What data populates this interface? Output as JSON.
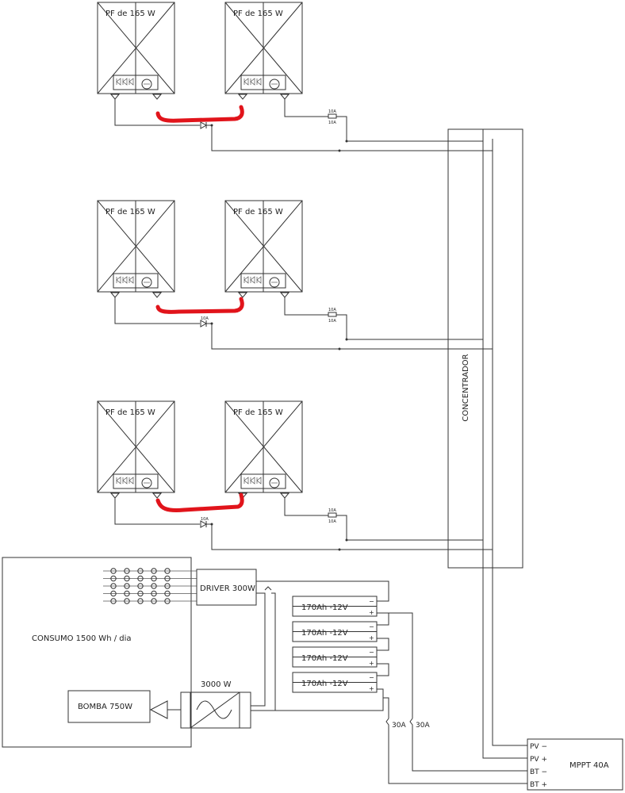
{
  "panels": {
    "label": "PF de 165 W",
    "fuse_label": "10A",
    "diode_label": "10A",
    "rows": [
      {
        "fuse_labels": [
          "10A",
          "10A"
        ]
      },
      {
        "fuse_labels": [
          "10A",
          "10A"
        ]
      },
      {
        "fuse_labels": [
          "10A",
          "10A"
        ]
      }
    ]
  },
  "concentrador": {
    "label": "CONCENTRADOR"
  },
  "consumo": {
    "label": "CONSUMO 1500 Wh / dia"
  },
  "driver": {
    "label": "DRIVER 300W"
  },
  "inverter": {
    "label": "3000 W"
  },
  "bomba": {
    "label": "BOMBA 750W"
  },
  "batteries": {
    "items": [
      {
        "label": "170Ah -12V"
      },
      {
        "label": "170Ah -12V"
      },
      {
        "label": "170Ah -12V"
      },
      {
        "label": "170Ah -12V"
      }
    ],
    "minus": "−",
    "plus": "+"
  },
  "breakers": [
    {
      "label": "30A"
    },
    {
      "label": "30A"
    }
  ],
  "mppt": {
    "label": "MPPT 40A",
    "terminals": [
      {
        "label": "PV −"
      },
      {
        "label": "PV +"
      },
      {
        "label": "BT −"
      },
      {
        "label": "BT +"
      }
    ]
  },
  "colors": {
    "line": "#333333",
    "highlight": "#e1141b",
    "background": "#ffffff"
  }
}
